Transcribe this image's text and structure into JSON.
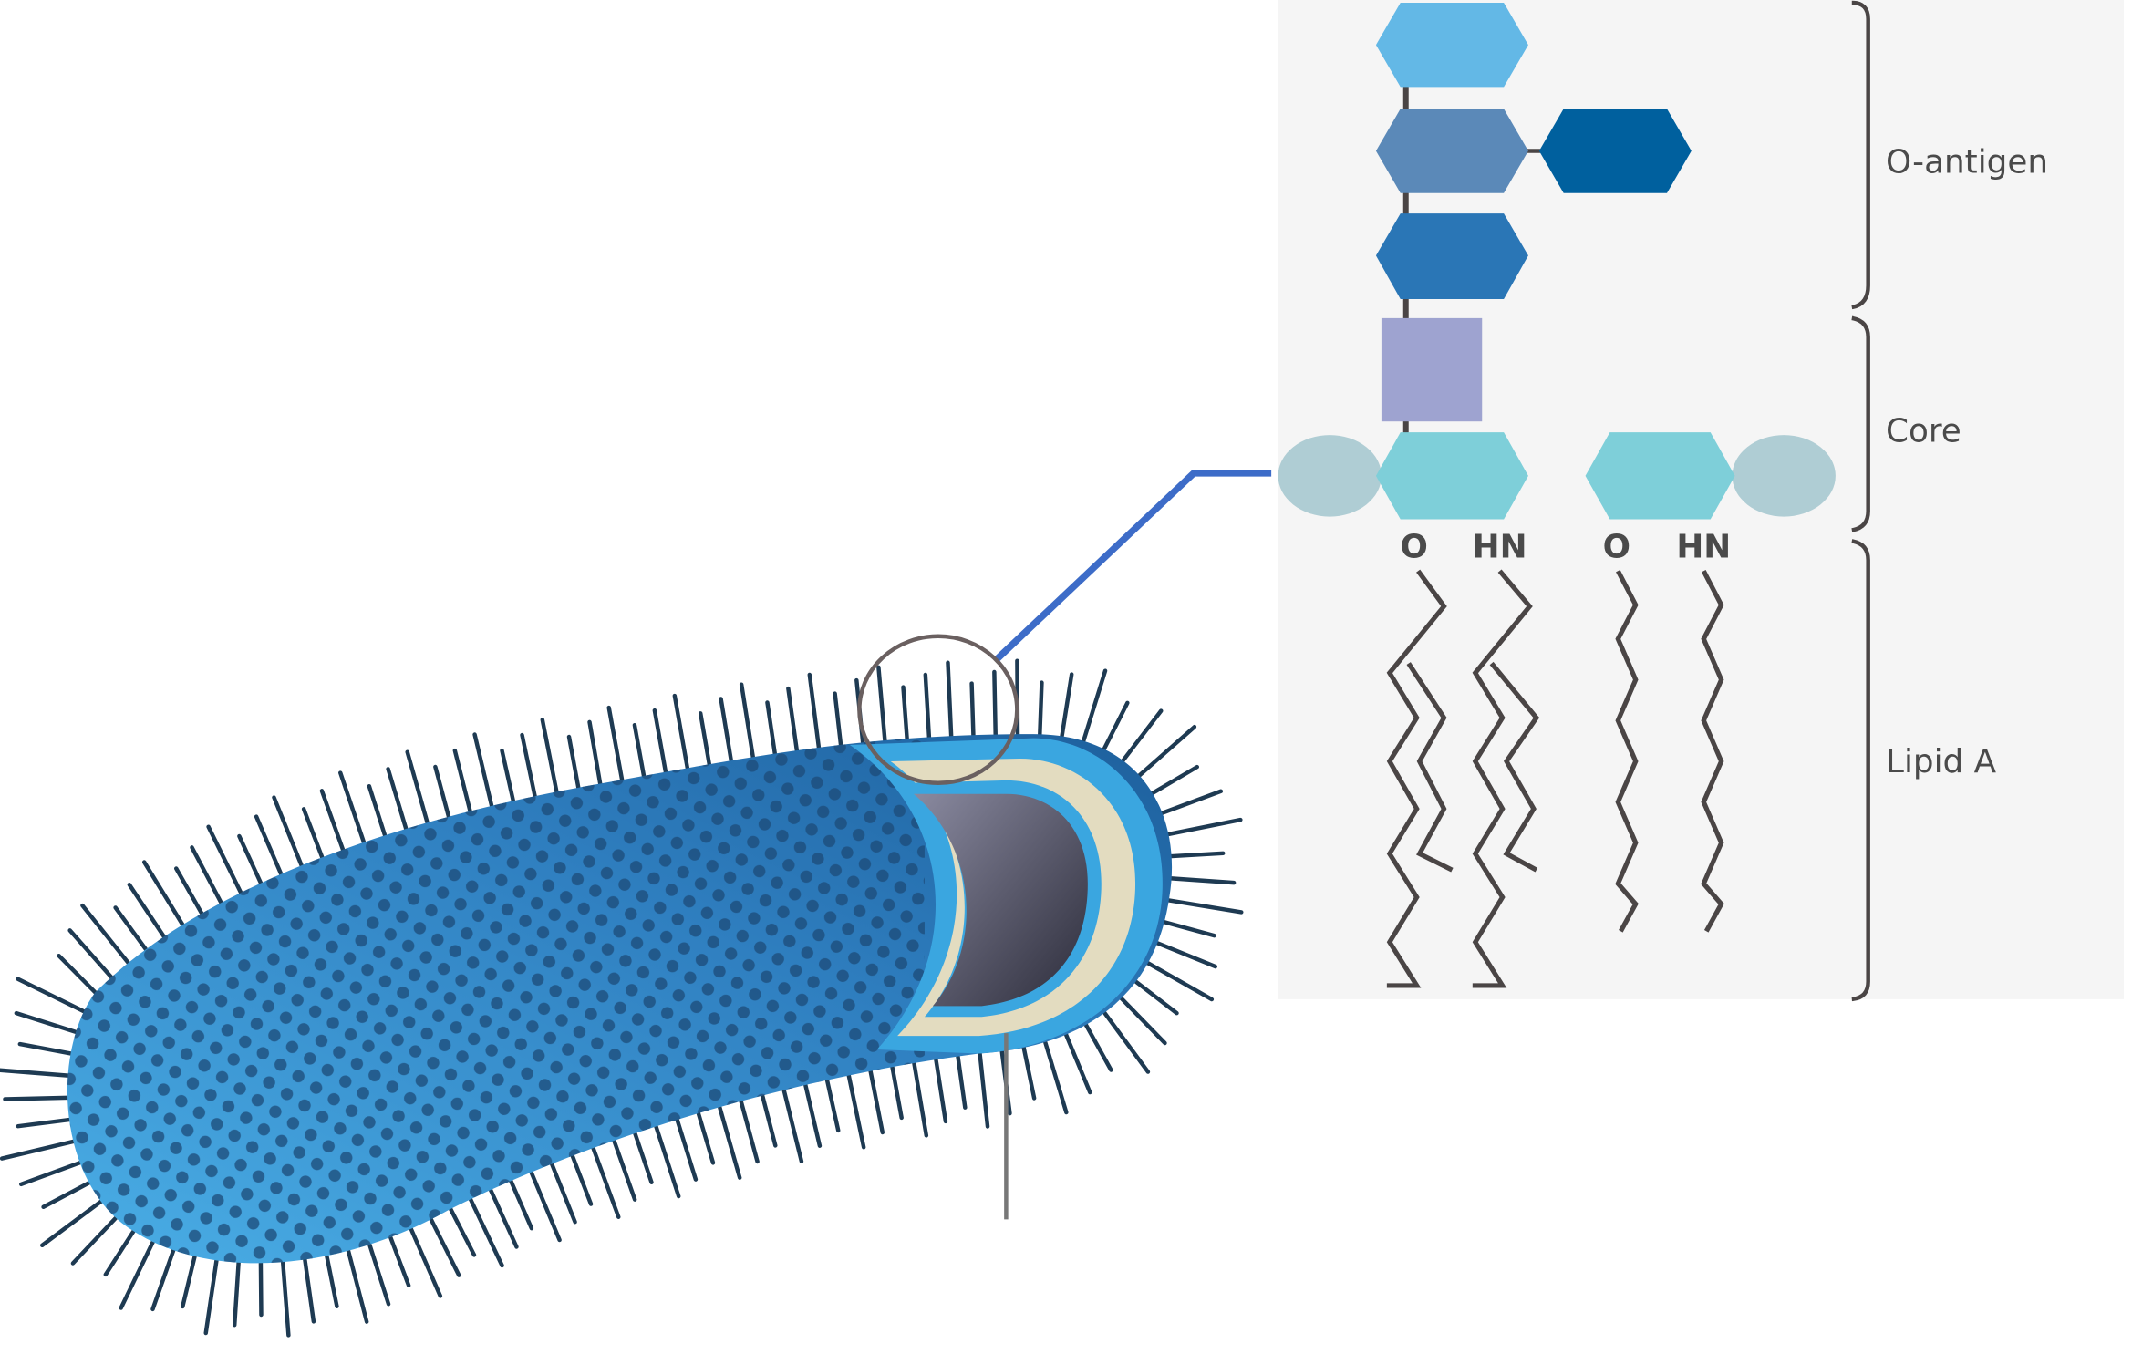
{
  "labels": {
    "o_antigen": "O-antigen",
    "core": "Core",
    "lipid_a": "Lipid A"
  },
  "linkage_labels": [
    "O",
    "HN",
    "O",
    "HN"
  ],
  "colors": {
    "hex_light": "#63b8e6",
    "hex_mid": "#5b89b8",
    "hex_dark": "#00609e",
    "hex_blue": "#2a76b6",
    "square": "#9ea3d0",
    "core_hex": "#7ecfd9",
    "ellipse": "#afcdd4",
    "callout_line": "#3d6cc8",
    "panel_bg": "#f5f5f5"
  }
}
